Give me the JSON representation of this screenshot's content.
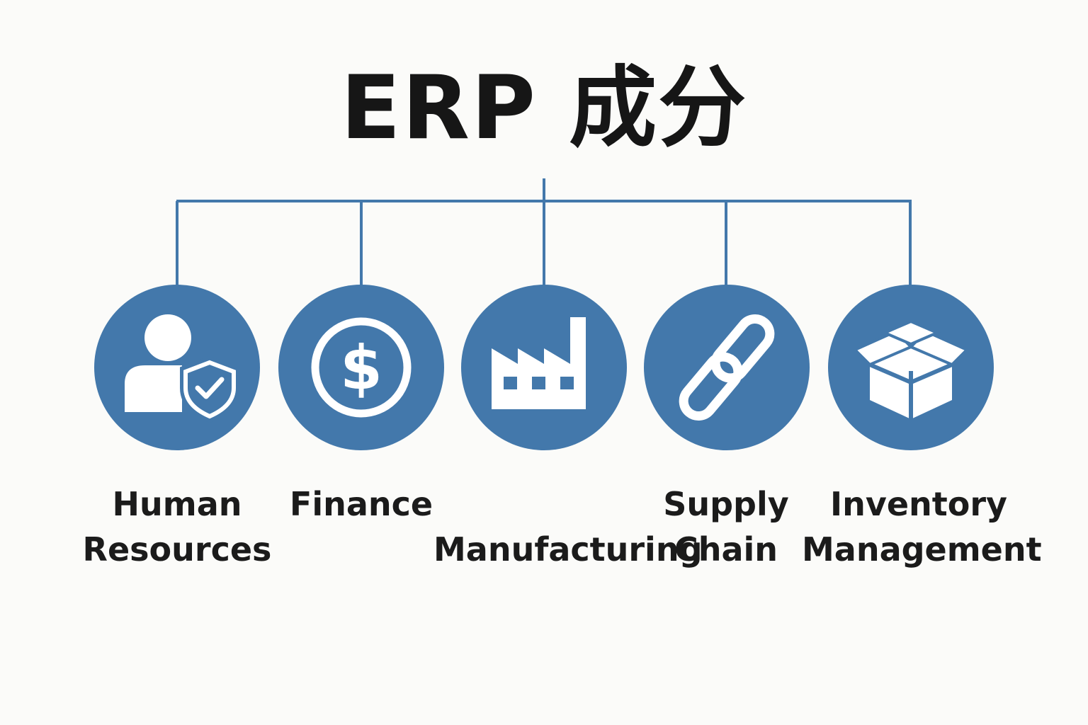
{
  "title": "ERP 成分",
  "colors": {
    "accent": "#4378ab",
    "icon": "#ffffff",
    "text": "#1b1b1b",
    "background": "#fbfbf9"
  },
  "components": [
    {
      "icon": "person-shield-icon",
      "lines": [
        "Human",
        "Resources"
      ]
    },
    {
      "icon": "dollar-coin-icon",
      "lines": [
        "Finance"
      ]
    },
    {
      "icon": "factory-icon",
      "lines": [
        "Manufacturing"
      ]
    },
    {
      "icon": "chain-link-icon",
      "lines": [
        "Supply",
        "Chain"
      ]
    },
    {
      "icon": "open-box-icon",
      "lines": [
        "Inventory",
        "Management"
      ]
    }
  ]
}
